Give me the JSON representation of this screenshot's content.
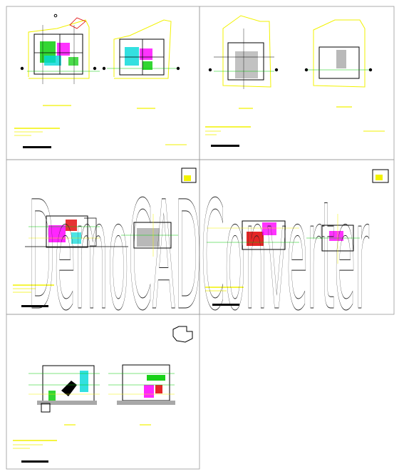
{
  "watermark": "DemoCADConverter",
  "panels": [
    {
      "id": "p1",
      "drawings": 2
    },
    {
      "id": "p2",
      "drawings": 2
    },
    {
      "id": "p3",
      "drawings": 2
    },
    {
      "id": "p4",
      "drawings": 2
    },
    {
      "id": "p5",
      "drawings": 2
    }
  ],
  "colors": {
    "frame": "#9a9a9a",
    "linework": "#000000",
    "yellow": "#f2f200",
    "green": "#00cc00",
    "cyan": "#00d8d8",
    "magenta": "#ff00ff",
    "red": "#e00000",
    "blue": "#2233ff",
    "grey": "#a8a8a8",
    "watermark": "#222222"
  }
}
